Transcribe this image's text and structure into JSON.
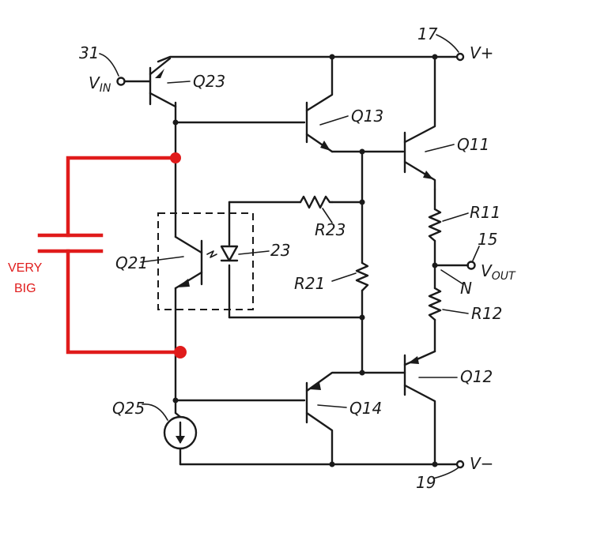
{
  "labels": {
    "vin_node": "31",
    "vin": "V",
    "vin_sub": "IN",
    "vplus_node": "17",
    "vplus": "V+",
    "vminus_node": "19",
    "vminus": "V−",
    "vout_node": "15",
    "vout": "V",
    "vout_sub": "OUT",
    "n_node": "N",
    "diode_ref": "23"
  },
  "components": {
    "q23": "Q23",
    "q13": "Q13",
    "q11": "Q11",
    "q21": "Q21",
    "q25": "Q25",
    "q14": "Q14",
    "q12": "Q12",
    "r11": "R11",
    "r12": "R12",
    "r21": "R21",
    "r23": "R23"
  },
  "annotation": {
    "line1": "VERY",
    "line2": "BIG"
  },
  "colors": {
    "ink": "#1a1a1a",
    "annotation": "#e01b1b",
    "background": "#ffffff"
  }
}
